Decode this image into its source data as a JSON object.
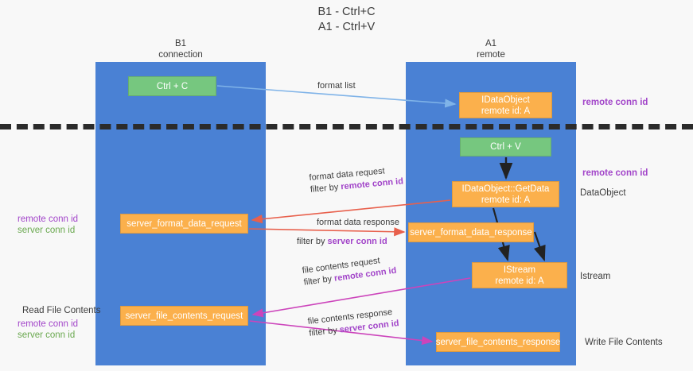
{
  "title": {
    "line1": "B1 - Ctrl+C",
    "line2": "A1 - Ctrl+V"
  },
  "columns": [
    {
      "name": "B1",
      "sub": "connection"
    },
    {
      "name": "A1",
      "sub": "remote"
    }
  ],
  "boxes": {
    "ctrl_c": "Ctrl + C",
    "idataobject_l1": "IDataObject",
    "idataobject_l2": "remote id: A",
    "ctrl_v": "Ctrl + V",
    "getdata_l1": "IDataObject::GetData",
    "getdata_l2": "remote id: A",
    "server_format_data_request": "server_format_data_request",
    "server_format_data_response": "server_format_data_response",
    "istream_l1": "IStream",
    "istream_l2": "remote id: A",
    "server_file_contents_request": "server_file_contents_request",
    "server_file_contents_response": "server_file_contents_response"
  },
  "edge_labels": {
    "format_list": "format list",
    "format_data_request": "format data request",
    "format_data_request_filter_prefix": "filter by ",
    "format_data_request_filter_key": "remote conn id",
    "format_data_response": "format data response",
    "format_data_response_filter_prefix": "filter by ",
    "format_data_response_filter_key": "server conn id",
    "file_contents_request": "file contents request",
    "file_contents_request_filter_prefix": "filter by ",
    "file_contents_request_filter_key": "remote conn id",
    "file_contents_response": "file contents response",
    "file_contents_response_filter_prefix": "filter by ",
    "file_contents_response_filter_key": "server conn id"
  },
  "annotations": {
    "remote_conn_id_top": "remote conn id",
    "remote_conn_id_mid": "remote conn id",
    "dataobject": "DataObject",
    "istream": "Istream",
    "write_file_contents": "Write File Contents",
    "read_file_contents": "Read File Contents",
    "left_remote_conn_id_1": "remote conn id",
    "left_server_conn_id_1": "server conn id",
    "left_remote_conn_id_2": "remote conn id",
    "left_server_conn_id_2": "server conn id"
  },
  "colors": {
    "lane": "#4a81d4",
    "green_box": "#76c77f",
    "orange_box": "#fbb04c",
    "purple": "#a245c9",
    "green_text": "#6aa84f",
    "arrow_blue": "#7fb3e8",
    "arrow_red": "#e8604c",
    "arrow_magenta": "#cc44bb",
    "arrow_dark": "#222222",
    "background": "#f8f8f8"
  }
}
